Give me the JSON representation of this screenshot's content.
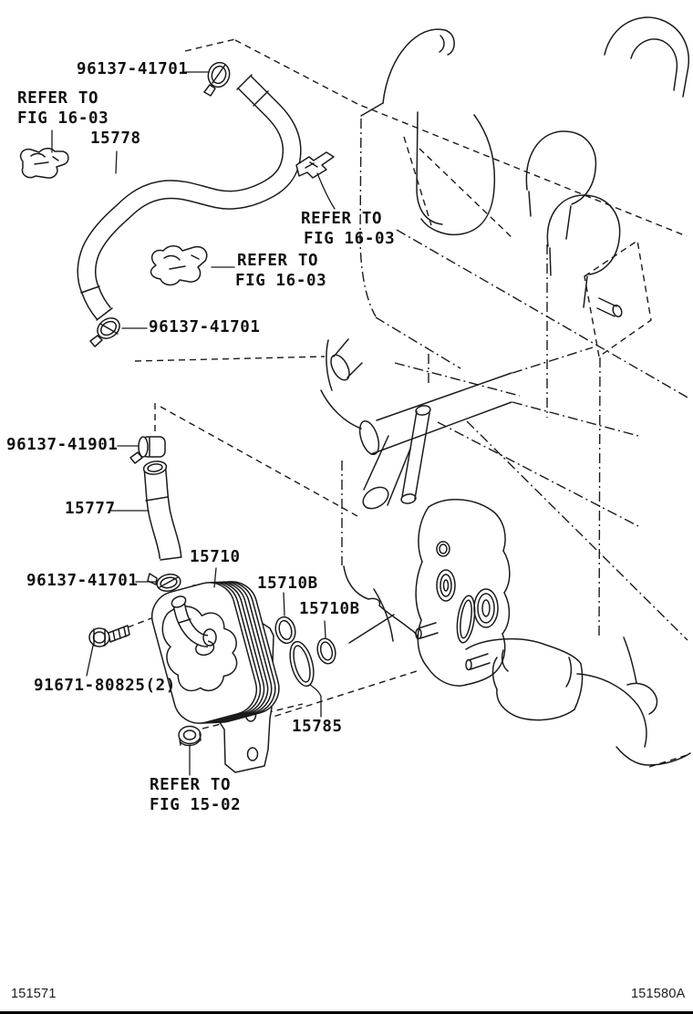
{
  "labels": {
    "clamp_small": "96137-41701",
    "clamp_large": "96137-41901",
    "hose_no1": "15778",
    "hose_no2": "15777",
    "oil_cooler": "15710",
    "oring": "15710B",
    "gasket": "15785",
    "bolt": "91671-80825(2)",
    "refer_line1": "REFER TO",
    "refer_fig_16_03": "FIG 16-03",
    "refer_fig_15_02": "FIG 15-02"
  },
  "footer": {
    "left_code": "151571",
    "right_code": "151580A"
  },
  "colors": {
    "line": "#1b1b1b",
    "background": "#ffffff"
  }
}
